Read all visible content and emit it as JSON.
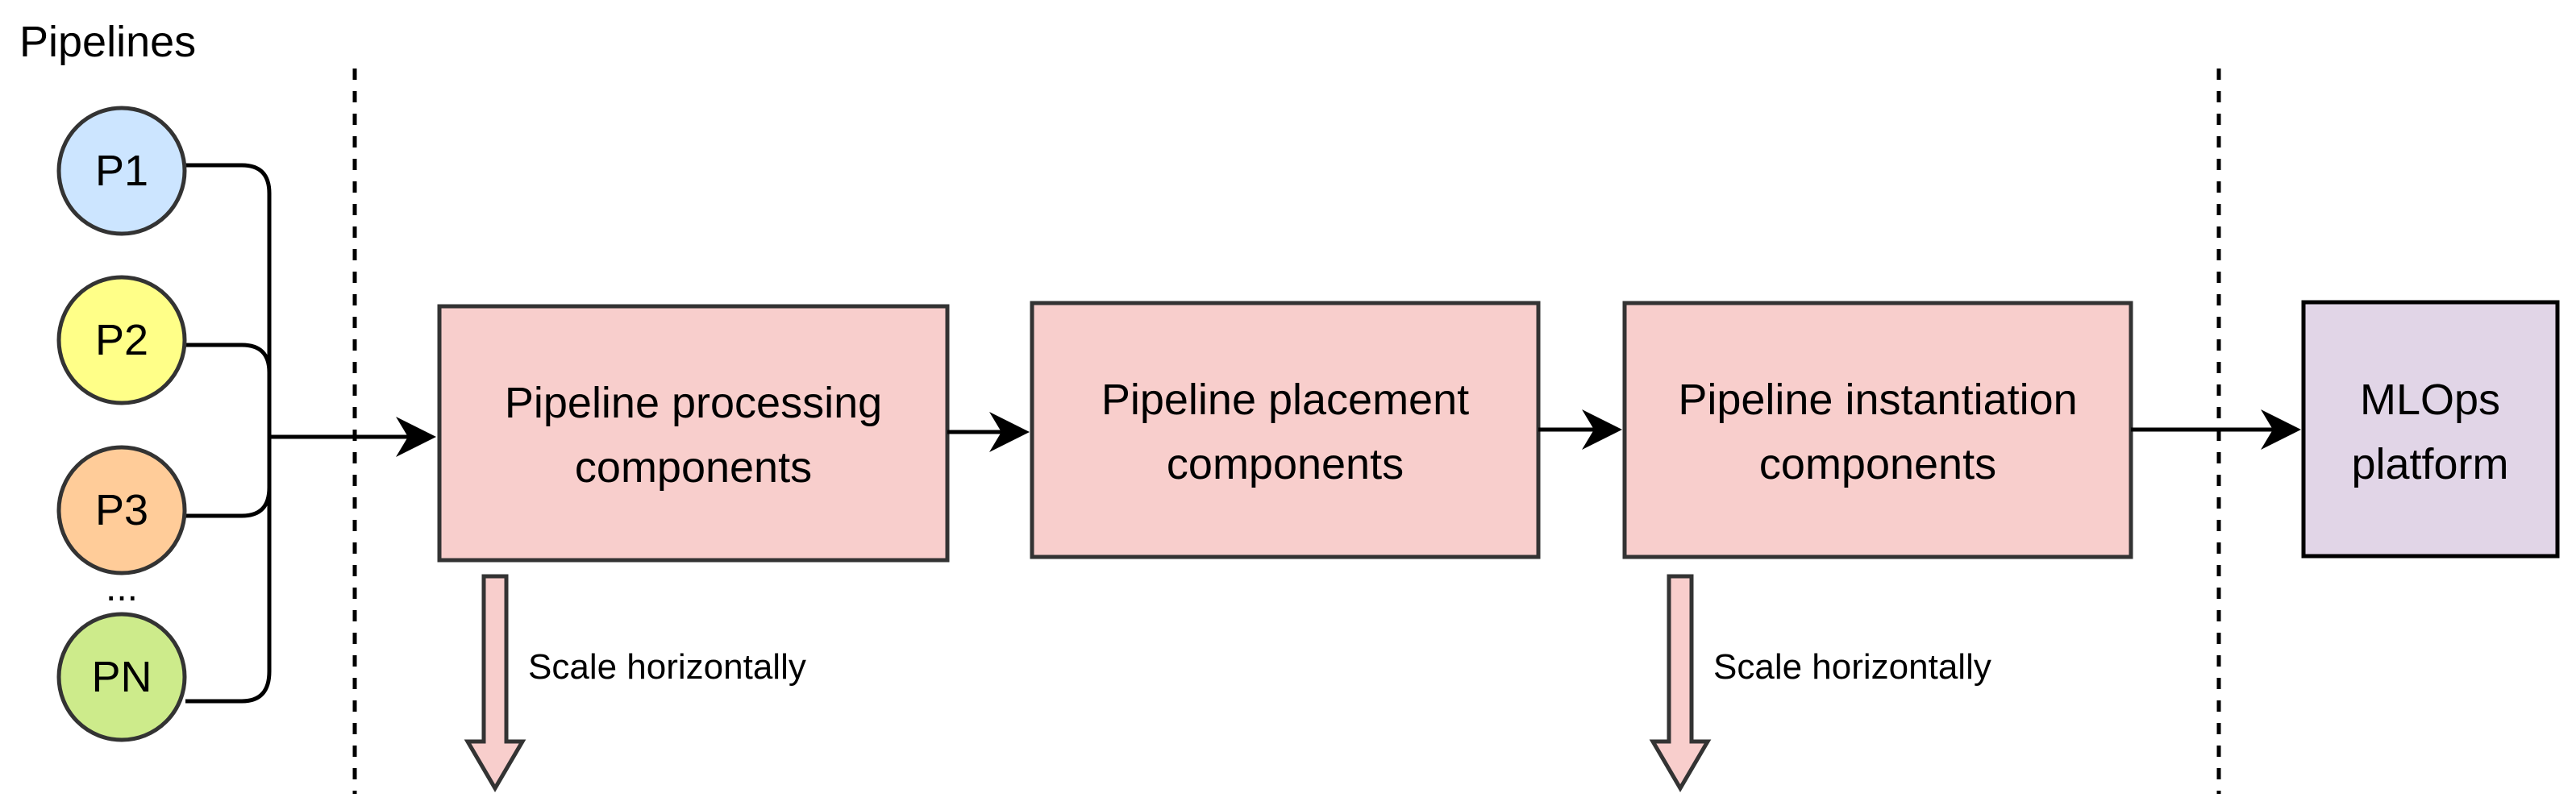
{
  "title": "Pipelines",
  "pipelines": [
    {
      "label": "P1",
      "fill": "#cce5ff"
    },
    {
      "label": "P2",
      "fill": "#ffff88"
    },
    {
      "label": "P3",
      "fill": "#ffcc99"
    },
    {
      "label": "PN",
      "fill": "#cdeb8b"
    }
  ],
  "ellipsis": "...",
  "components": [
    {
      "line1": "Pipeline processing",
      "line2": "components",
      "fill": "#f8cecc"
    },
    {
      "line1": "Pipeline placement",
      "line2": "components",
      "fill": "#f8cecc"
    },
    {
      "line1": "Pipeline instantiation",
      "line2": "components",
      "fill": "#f8cecc"
    }
  ],
  "platform": {
    "line1": "MLOps",
    "line2": "platform",
    "fill": "#e1d5e7"
  },
  "scale_labels": [
    "Scale horizontally",
    "Scale horizontally"
  ],
  "colors": {
    "stroke": "#333333",
    "scale_arrow_fill": "#f8cecc"
  }
}
